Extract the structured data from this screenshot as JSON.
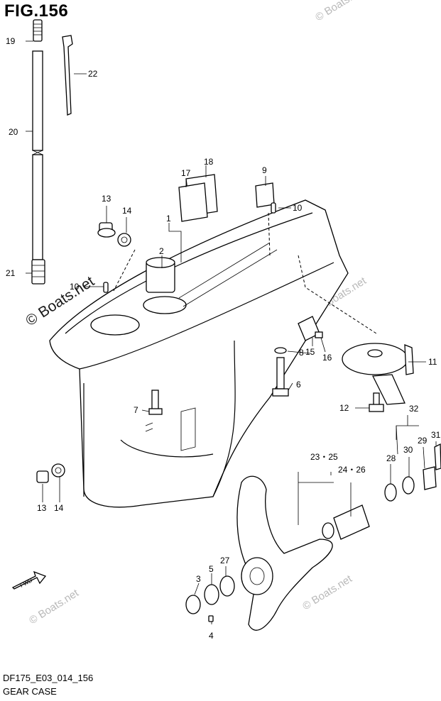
{
  "figure": {
    "title": "FIG.156",
    "model_code": "DF175_E03_014_156",
    "name": "GEAR CASE"
  },
  "watermarks": {
    "main": "© Boats.net",
    "small": "© Boats.net"
  },
  "fwd_label": "FWD",
  "callouts": {
    "c1": "1",
    "c2": "2",
    "c3": "3",
    "c4": "4",
    "c5": "5",
    "c6": "6",
    "c7": "7",
    "c8": "8",
    "c9": "9",
    "c10a": "10",
    "c10b": "10",
    "c11": "11",
    "c12": "12",
    "c13a": "13",
    "c13b": "13",
    "c14a": "14",
    "c14b": "14",
    "c15": "15",
    "c16": "16",
    "c17": "17",
    "c18": "18",
    "c19": "19",
    "c20": "20",
    "c21": "21",
    "c22": "22",
    "c23_25": "23・25",
    "c24_26": "24・26",
    "c27": "27",
    "c28": "28",
    "c29": "29",
    "c30": "30",
    "c31": "31",
    "c32": "32"
  }
}
